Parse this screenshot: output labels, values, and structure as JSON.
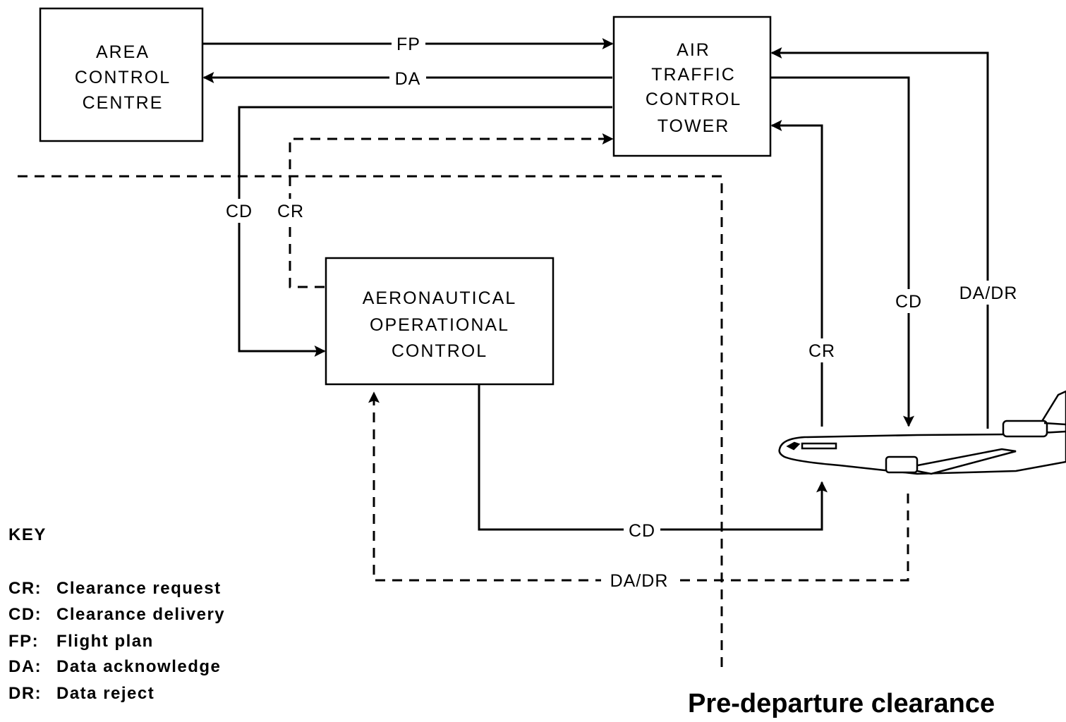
{
  "nodes": {
    "acc": {
      "lines": [
        "AREA",
        "CONTROL",
        "CENTRE"
      ]
    },
    "atct": {
      "lines": [
        "AIR",
        "TRAFFIC",
        "CONTROL",
        "TOWER"
      ]
    },
    "aoc": {
      "lines": [
        "AERONAUTICAL",
        "OPERATIONAL",
        "CONTROL"
      ]
    }
  },
  "edges": {
    "fp": "FP",
    "da": "DA",
    "cd_tower_aoc": "CD",
    "cr_aoc_tower": "CR",
    "cr_aircraft_tower": "CR",
    "cd_tower_aircraft": "CD",
    "dadr_aircraft_tower": "DA/DR",
    "cd_aoc_aircraft": "CD",
    "dadr_aircraft_aoc": "DA/DR"
  },
  "key": {
    "title": "KEY",
    "items": [
      {
        "abbr": "CR:",
        "text": "Clearance request"
      },
      {
        "abbr": "CD:",
        "text": "Clearance delivery"
      },
      {
        "abbr": "FP:",
        "text": "Flight plan"
      },
      {
        "abbr": "DA:",
        "text": "Data acknowledge"
      },
      {
        "abbr": "DR:",
        "text": "Data reject"
      }
    ]
  },
  "caption": "Pre-departure clearance"
}
